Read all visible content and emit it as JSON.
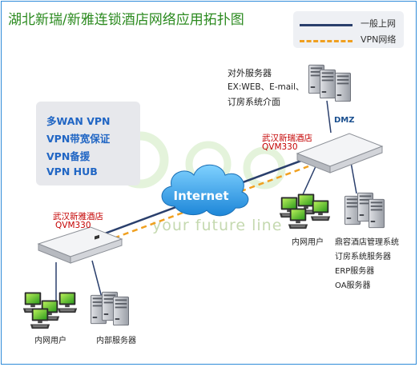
{
  "title": "湖北新瑞/新雅连锁酒店网络应用拓扑图",
  "legend": {
    "items": [
      {
        "label": "一般上网",
        "color": "#2a3f6c",
        "style": "solid"
      },
      {
        "label": "VPN网络",
        "color": "#f0a020",
        "style": "dashed"
      }
    ]
  },
  "features": [
    "多WAN VPN",
    "VPN带宽保证",
    "VPN备援",
    "VPN HUB"
  ],
  "cloud": {
    "label": "Internet"
  },
  "watermark": "your future line",
  "nodes": {
    "left_site": {
      "name": "武汉新雅酒店",
      "model": "QVM330"
    },
    "right_site": {
      "name": "武汉新瑞酒店",
      "model": "QVM330"
    },
    "dmz": {
      "label": "DMZ"
    },
    "external_servers": {
      "title": "对外服务器",
      "line1": "EX:WEB、E-mail、",
      "line2": "订房系统介面"
    },
    "left_users": {
      "label": "内网用户"
    },
    "left_servers": {
      "label": "内部服务器"
    },
    "right_users": {
      "label": "内网用户"
    },
    "right_servers": {
      "lines": [
        "鼎容酒店管理系统",
        "订房系统服务器",
        "ERP服务器",
        "OA服务器"
      ]
    }
  }
}
